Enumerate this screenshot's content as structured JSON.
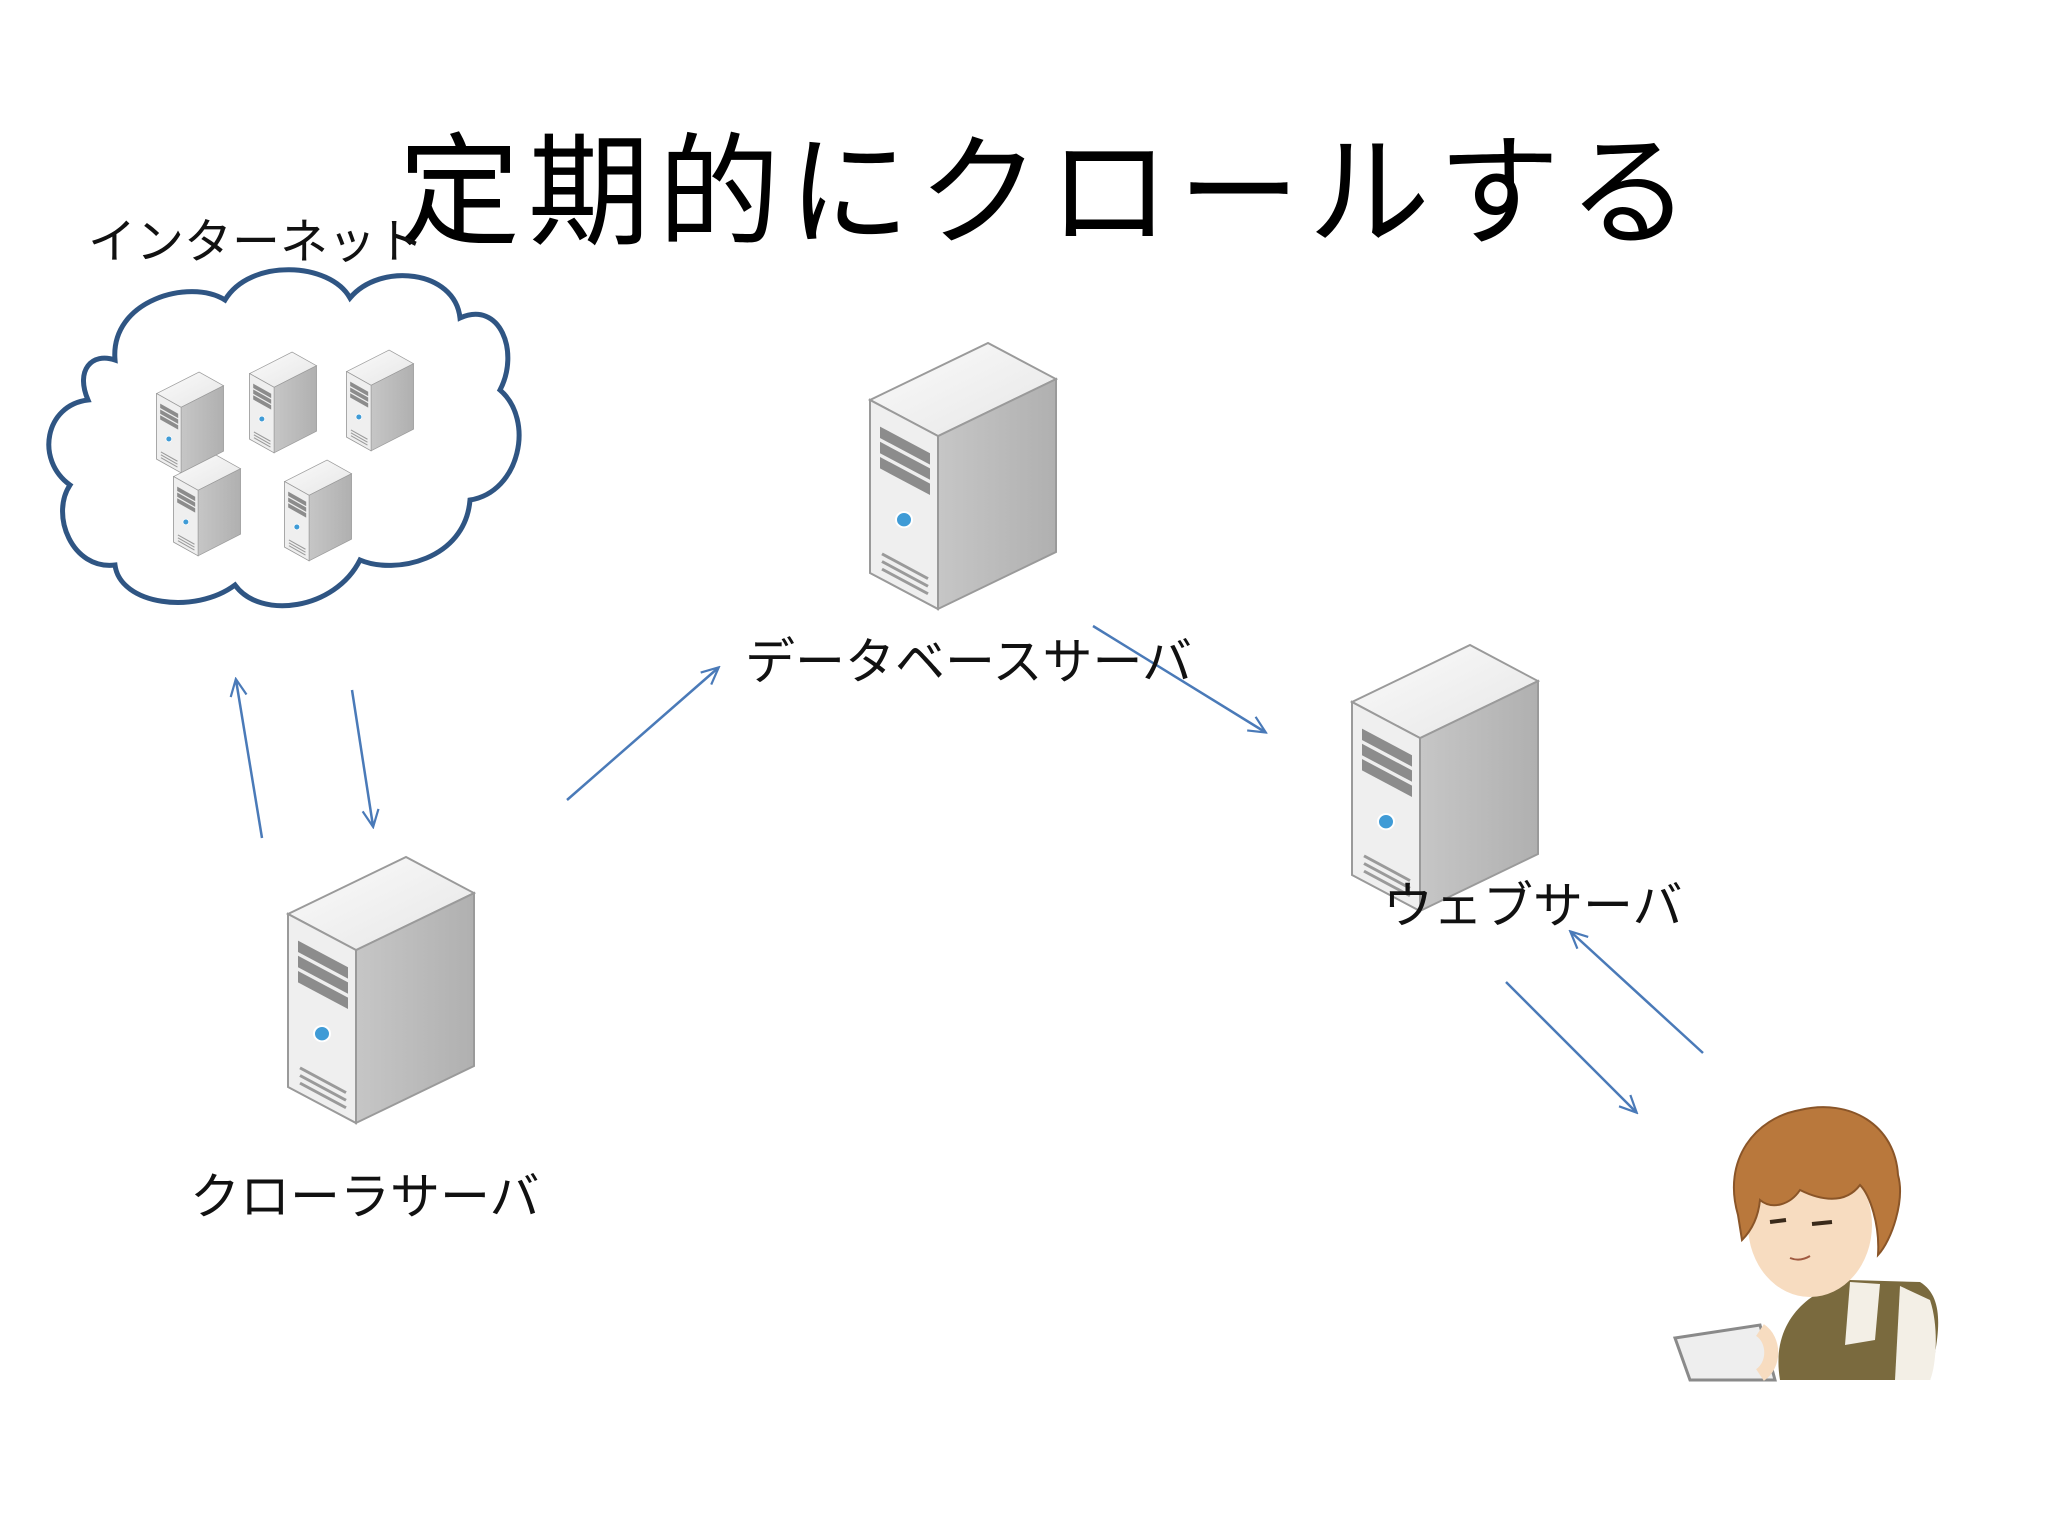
{
  "slide": {
    "title": "定期的にクロールする"
  },
  "nodes": {
    "internet": {
      "label": "インターネット",
      "icon": "cloud-icon"
    },
    "database_server": {
      "label": "データベースサーバ",
      "icon": "server-icon"
    },
    "crawler_server": {
      "label": "クローラサーバ",
      "icon": "server-icon"
    },
    "web_server": {
      "label": "ウェブサーバ",
      "icon": "server-icon"
    },
    "user": {
      "icon": "user-with-laptop-icon"
    }
  },
  "edges": [
    {
      "from": "crawler_server",
      "to": "internet"
    },
    {
      "from": "internet",
      "to": "crawler_server"
    },
    {
      "from": "crawler_server",
      "to": "database_server"
    },
    {
      "from": "database_server",
      "to": "web_server"
    },
    {
      "from": "web_server",
      "to": "user"
    },
    {
      "from": "user",
      "to": "web_server"
    }
  ],
  "colors": {
    "arrow": "#4a7ab8",
    "cloud_outline": "#2f5583",
    "server_body": "#e2e2e2",
    "server_led": "#3f9bd6"
  }
}
